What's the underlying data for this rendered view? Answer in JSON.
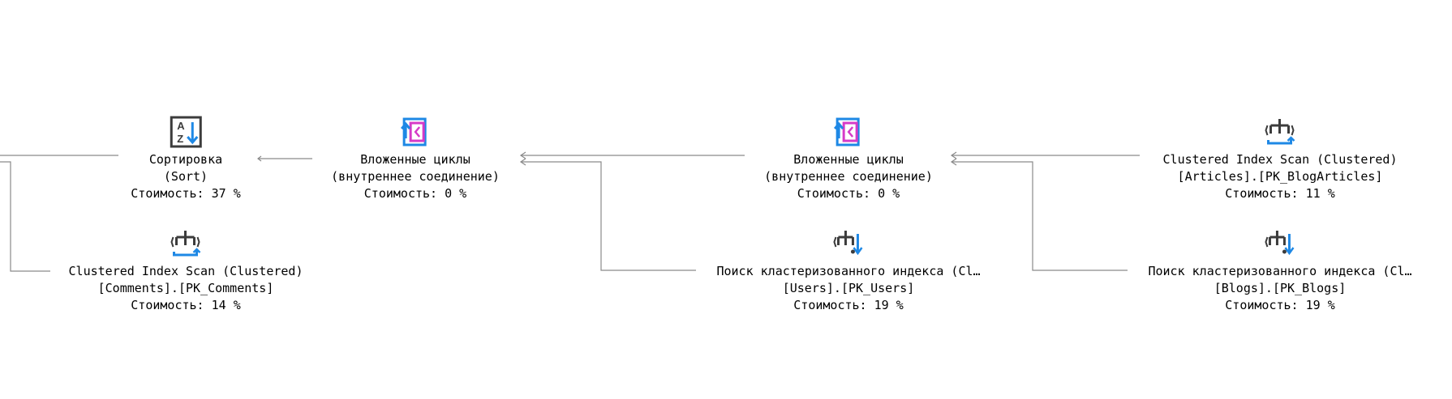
{
  "plan": {
    "nodes": {
      "sort": {
        "icon": "sort-az-icon",
        "lines": [
          "Сортировка",
          "(Sort)",
          "Стоимость: 37 %"
        ]
      },
      "nested_loops_1": {
        "icon": "nested-loops-icon",
        "lines": [
          "Вложенные циклы",
          "(внутреннее соединение)",
          "Стоимость: 0 %"
        ]
      },
      "nested_loops_2": {
        "icon": "nested-loops-icon",
        "lines": [
          "Вложенные циклы",
          "(внутреннее соединение)",
          "Стоимость: 0 %"
        ]
      },
      "scan_articles": {
        "icon": "clustered-index-scan-icon",
        "lines": [
          "Clustered Index Scan (Clustered)",
          "[Articles].[PK_BlogArticles]",
          "Стоимость: 11 %"
        ]
      },
      "scan_comments": {
        "icon": "clustered-index-scan-icon",
        "lines": [
          "Clustered Index Scan (Clustered)",
          "[Comments].[PK_Comments]",
          "Стоимость: 14 %"
        ]
      },
      "seek_users": {
        "icon": "clustered-index-seek-icon",
        "lines": [
          "Поиск кластеризованного индекса (Cl…",
          "[Users].[PK_Users]",
          "Стоимость: 19 %"
        ]
      },
      "seek_blogs": {
        "icon": "clustered-index-seek-icon",
        "lines": [
          "Поиск кластеризованного индекса (Cl…",
          "[Blogs].[PK_Blogs]",
          "Стоимость: 19 %"
        ]
      }
    }
  },
  "colors": {
    "connector": "#8a8a8a",
    "icon_dark": "#3c3c3c",
    "icon_blue": "#1e88e5",
    "icon_magenta": "#d63ac8"
  }
}
